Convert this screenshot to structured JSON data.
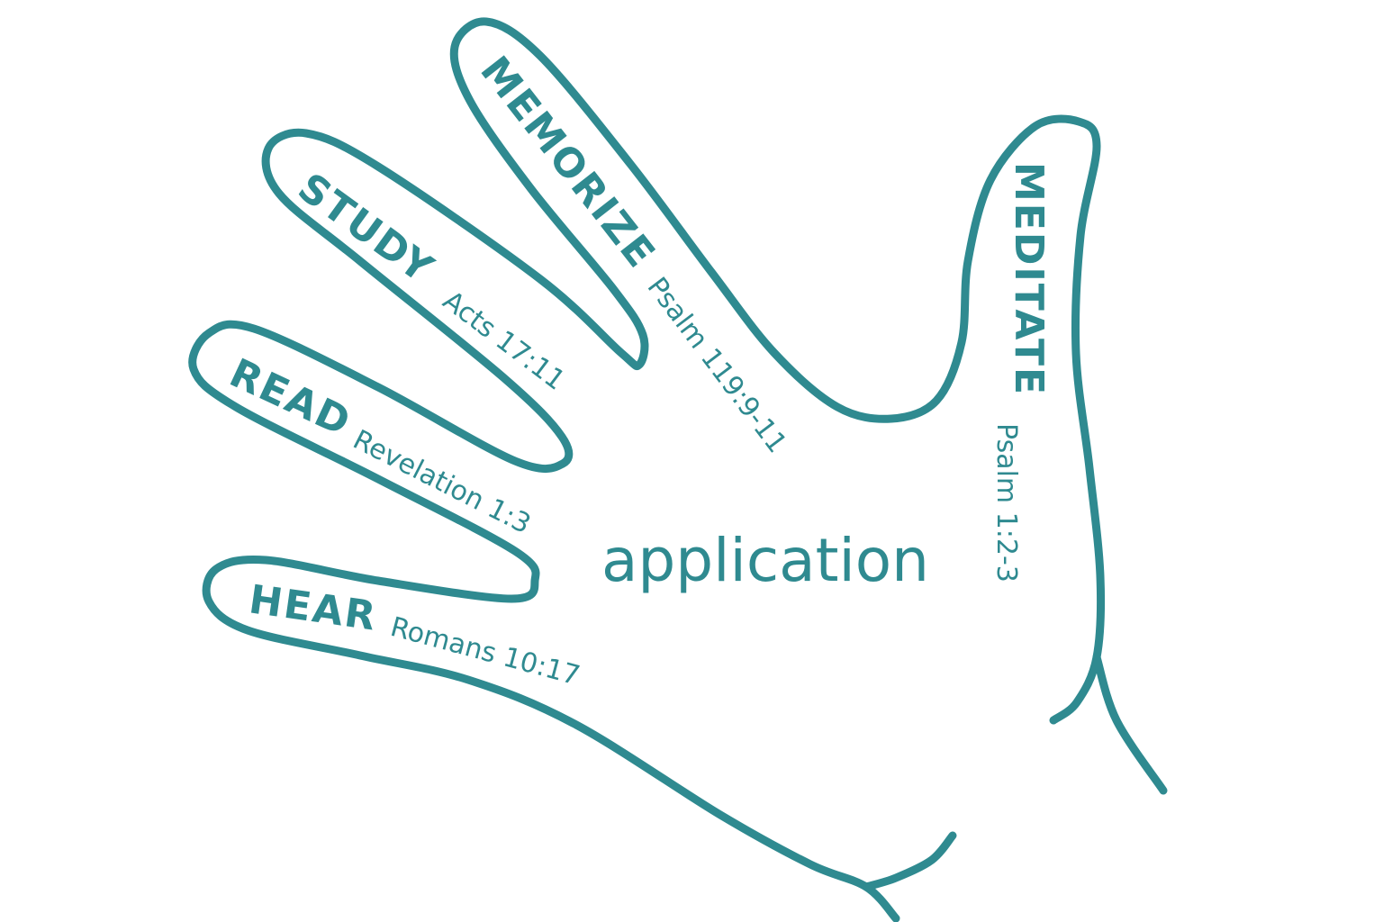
{
  "colors": {
    "stroke": "#2f8a90",
    "text": "#2f8a90",
    "background": "#ffffff"
  },
  "center_label": "application",
  "fingers": [
    {
      "word": "HEAR",
      "reference": "Romans 10:17"
    },
    {
      "word": "READ",
      "reference": "Revelation 1:3"
    },
    {
      "word": "STUDY",
      "reference": "Acts 17:11"
    },
    {
      "word": "MEMORIZE",
      "reference": "Psalm 119:9-11"
    },
    {
      "word": "MEDITATE",
      "reference": "Psalm 1:2-3"
    }
  ]
}
